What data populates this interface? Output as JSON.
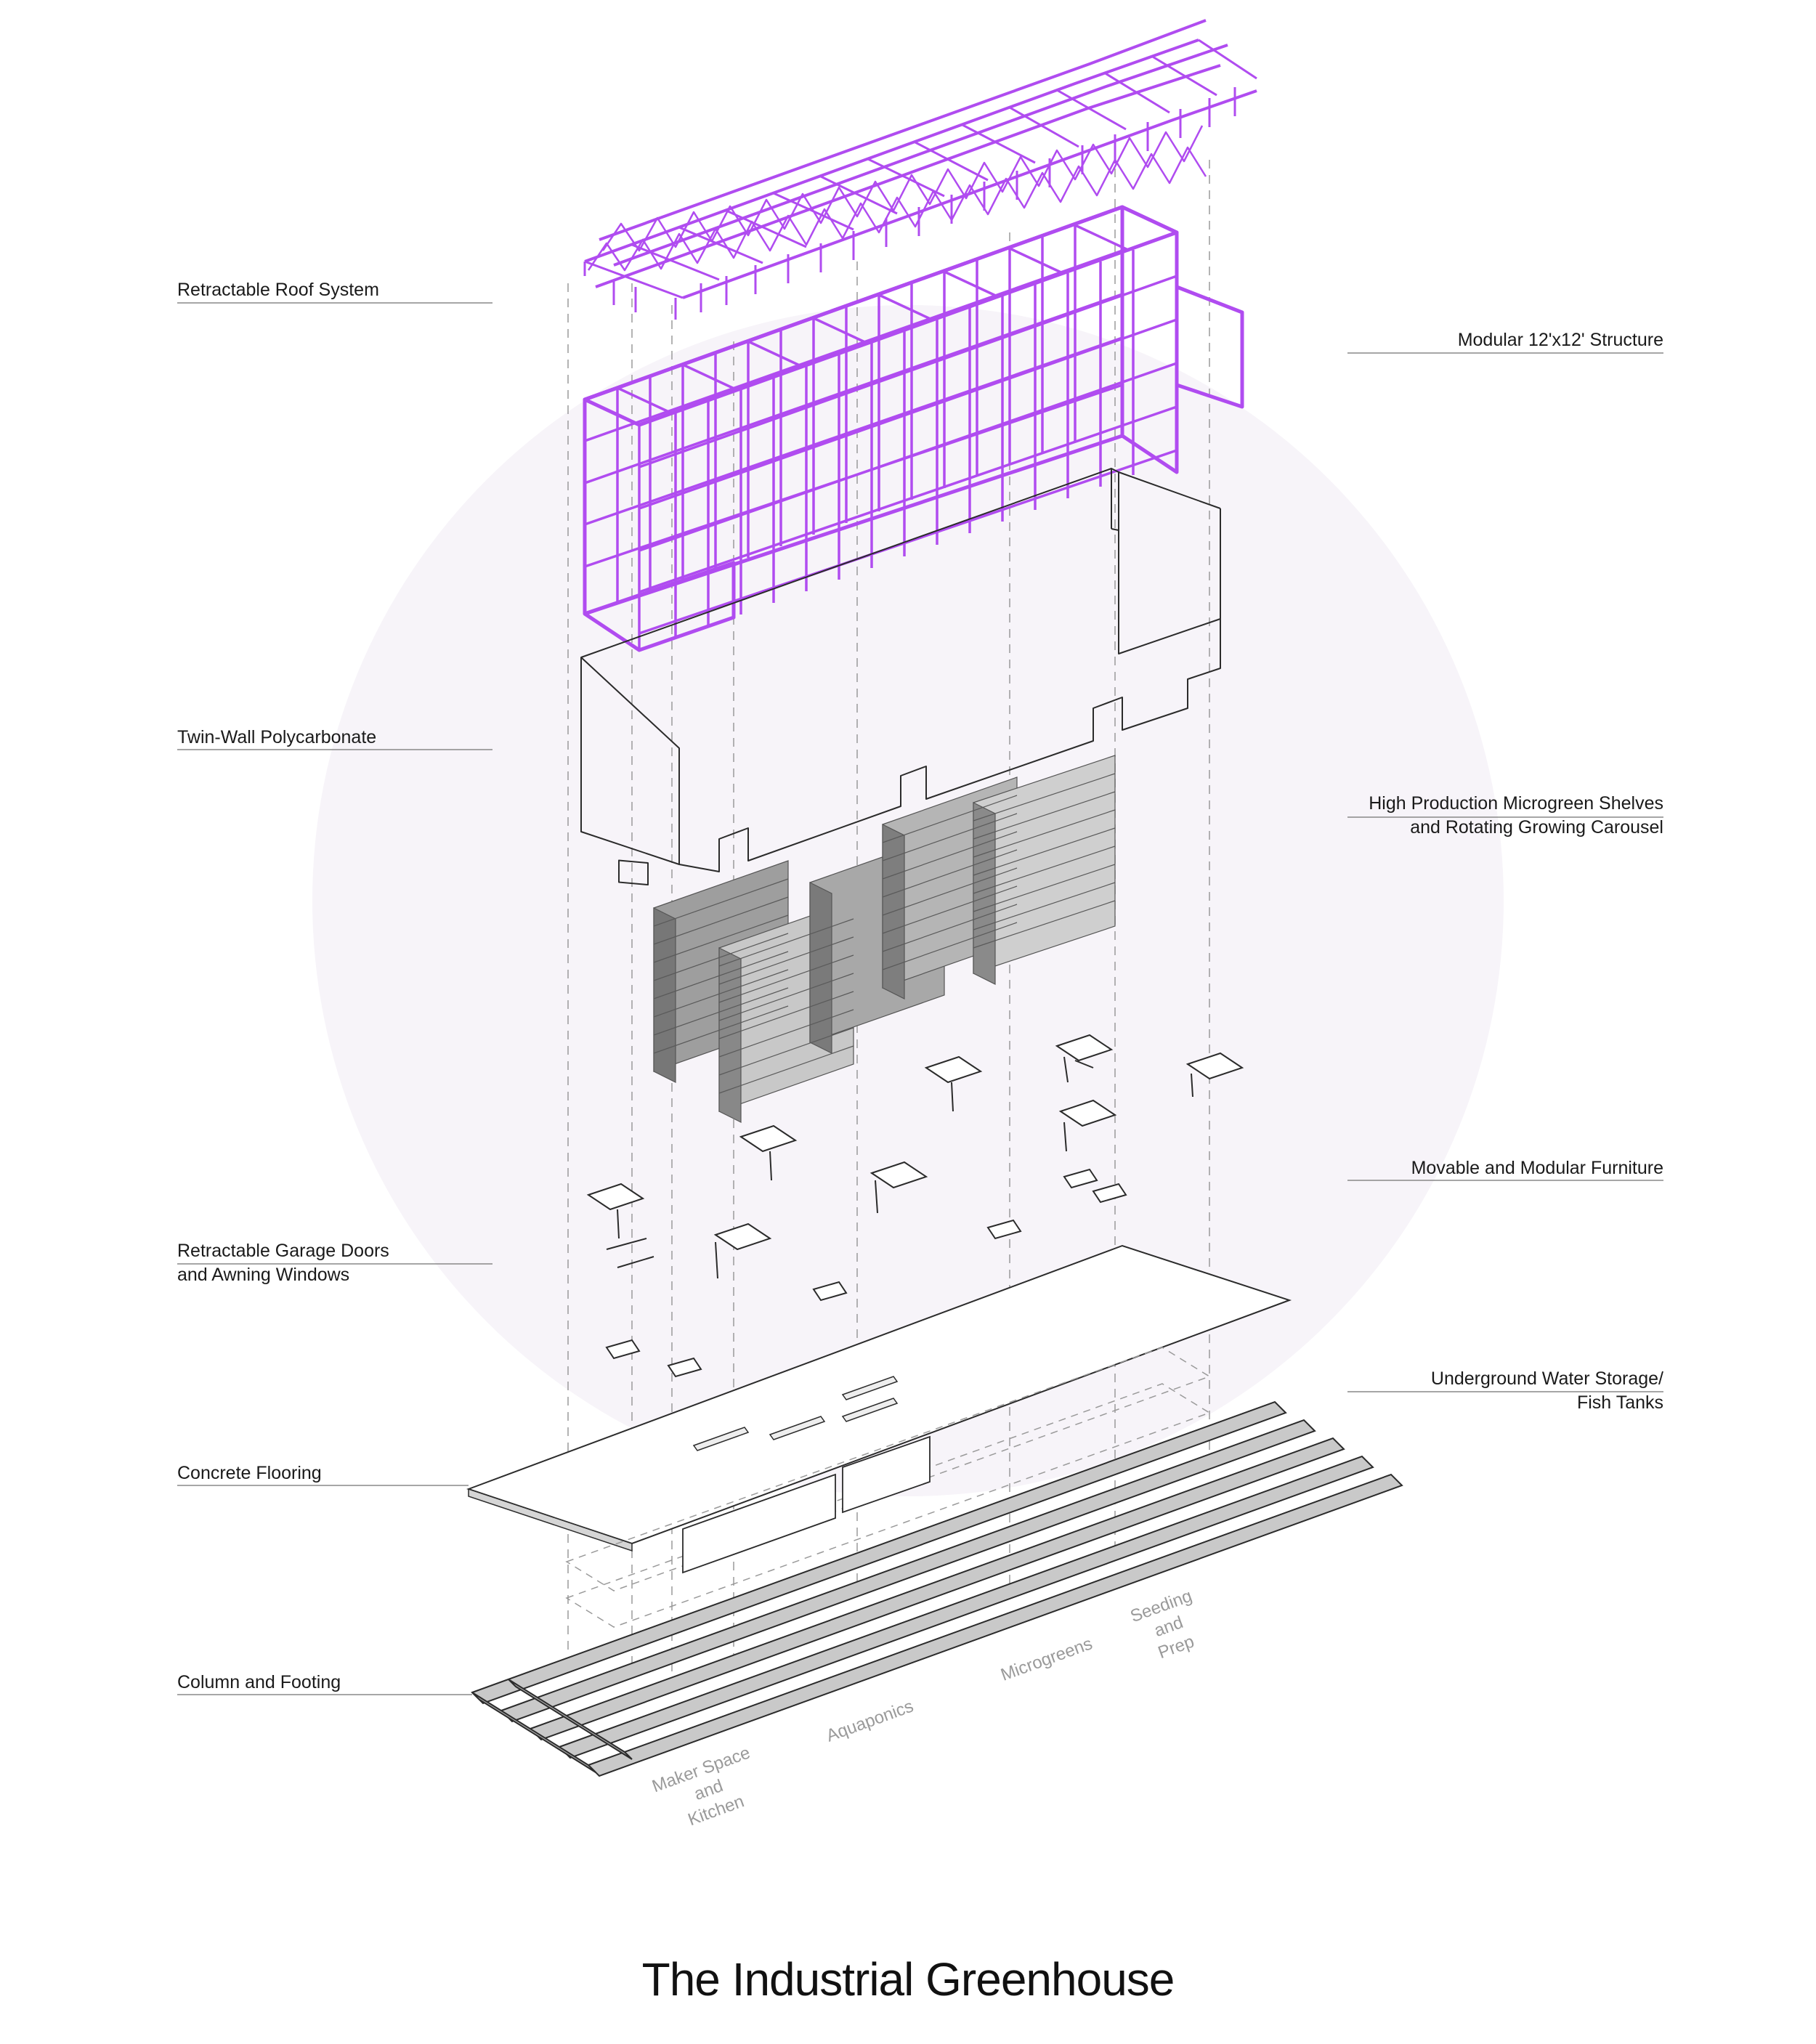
{
  "title": "The Industrial Greenhouse",
  "callouts_left": [
    {
      "key": "roof",
      "lines": [
        "Retractable Roof System"
      ]
    },
    {
      "key": "poly",
      "lines": [
        "Twin-Wall Polycarbonate"
      ]
    },
    {
      "key": "garage",
      "lines": [
        "Retractable Garage Doors",
        "and Awning Windows"
      ]
    },
    {
      "key": "floor",
      "lines": [
        "Concrete Flooring"
      ]
    },
    {
      "key": "column",
      "lines": [
        "Column and Footing"
      ]
    }
  ],
  "callouts_right": [
    {
      "key": "modular",
      "lines": [
        "Modular 12'x12' Structure"
      ]
    },
    {
      "key": "shelves",
      "lines": [
        "High Production Microgreen Shelves",
        "and Rotating Growing Carousel"
      ]
    },
    {
      "key": "furniture",
      "lines": [
        "Movable and Modular Furniture"
      ]
    },
    {
      "key": "water",
      "lines": [
        "Underground Water Storage/",
        "Fish Tanks"
      ]
    }
  ],
  "zones": [
    {
      "key": "maker",
      "lines": [
        "Maker Space",
        "and",
        "Kitchen"
      ]
    },
    {
      "key": "aquaponics",
      "lines": [
        "Aquaponics"
      ]
    },
    {
      "key": "microgreens",
      "lines": [
        "Microgreens"
      ]
    },
    {
      "key": "seeding",
      "lines": [
        "Seeding",
        "and",
        "Prep"
      ]
    }
  ],
  "colors": {
    "structure": "#b04cf0",
    "structure_light": "#d9a3f7",
    "background_circle": "#f7f4f9",
    "line": "#2b2b2b",
    "dashed": "#9a9a9a",
    "shelf": "#6d6d6d"
  }
}
